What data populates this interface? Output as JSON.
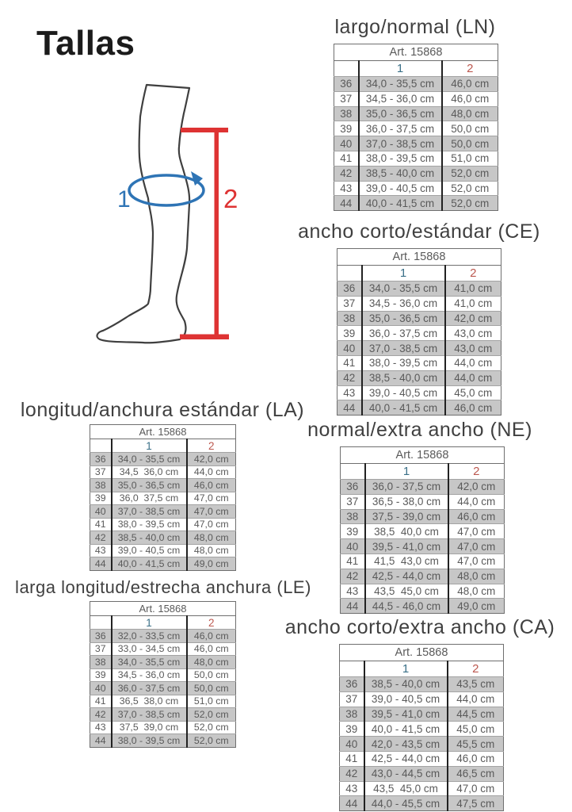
{
  "page": {
    "title": "Tallas"
  },
  "diagram": {
    "label_1": "1",
    "label_2": "2",
    "meaning_1": "calf-circumference-measure",
    "meaning_2": "boot-height-measure"
  },
  "colors": {
    "accent_blue": "#2e74b5",
    "accent_red": "#de3333",
    "col1_header": "#3a7088",
    "col2_header": "#bc584f",
    "row_shaded": "#c7c7c7",
    "table_text": "#5a5a5a",
    "title_text": "#404040"
  },
  "tables": [
    {
      "id": "LN",
      "title": "largo/normal (LN)",
      "art": "Art. 15868",
      "col1": "1",
      "col2": "2",
      "rows": [
        {
          "size": "36",
          "calf": "34,0 - 35,5 cm",
          "height": "46,0 cm"
        },
        {
          "size": "37",
          "calf": "34,5 - 36,0 cm",
          "height": "46,0 cm"
        },
        {
          "size": "38",
          "calf": "35,0 - 36,5 cm",
          "height": "48,0 cm"
        },
        {
          "size": "39",
          "calf": "36,0 - 37,5 cm",
          "height": "50,0 cm"
        },
        {
          "size": "40",
          "calf": "37,0 - 38,5 cm",
          "height": "50,0 cm"
        },
        {
          "size": "41",
          "calf": "38,0 - 39,5 cm",
          "height": "51,0 cm"
        },
        {
          "size": "42",
          "calf": "38,5 - 40,0 cm",
          "height": "52,0 cm"
        },
        {
          "size": "43",
          "calf": "39,0 - 40,5 cm",
          "height": "52,0 cm"
        },
        {
          "size": "44",
          "calf": "40,0 - 41,5 cm",
          "height": "52,0 cm"
        }
      ]
    },
    {
      "id": "CE",
      "title": "ancho corto/estándar (CE)",
      "art": "Art. 15868",
      "col1": "1",
      "col2": "2",
      "rows": [
        {
          "size": "36",
          "calf": "34,0 - 35,5 cm",
          "height": "41,0 cm"
        },
        {
          "size": "37",
          "calf": "34,5 - 36,0 cm",
          "height": "41,0 cm"
        },
        {
          "size": "38",
          "calf": "35,0 - 36,5 cm",
          "height": "42,0 cm"
        },
        {
          "size": "39",
          "calf": "36,0 - 37,5 cm",
          "height": "43,0 cm"
        },
        {
          "size": "40",
          "calf": "37,0 - 38,5 cm",
          "height": "43,0 cm"
        },
        {
          "size": "41",
          "calf": "38,0 - 39,5 cm",
          "height": "44,0 cm"
        },
        {
          "size": "42",
          "calf": "38,5 - 40,0 cm",
          "height": "44,0 cm"
        },
        {
          "size": "43",
          "calf": "39,0 - 40,5 cm",
          "height": "45,0 cm"
        },
        {
          "size": "44",
          "calf": "40,0 - 41,5 cm",
          "height": "46,0 cm"
        }
      ]
    },
    {
      "id": "LA",
      "title": "longitud/anchura estándar (LA)",
      "art": "Art. 15868",
      "col1": "1",
      "col2": "2",
      "rows": [
        {
          "size": "36",
          "calf": "34,0 - 35,5 cm",
          "height": "42,0 cm"
        },
        {
          "size": "37",
          "calf": "34,5  36,0 cm",
          "height": "44,0 cm"
        },
        {
          "size": "38",
          "calf": "35,0 - 36,5 cm",
          "height": "46,0 cm"
        },
        {
          "size": "39",
          "calf": "36,0  37,5 cm",
          "height": "47,0 cm"
        },
        {
          "size": "40",
          "calf": "37,0 - 38,5 cm",
          "height": "47,0 cm"
        },
        {
          "size": "41",
          "calf": "38,0 - 39,5 cm",
          "height": "47,0 cm"
        },
        {
          "size": "42",
          "calf": "38,5 - 40,0 cm",
          "height": "48,0 cm"
        },
        {
          "size": "43",
          "calf": "39,0 - 40,5 cm",
          "height": "48,0 cm"
        },
        {
          "size": "44",
          "calf": "40,0 - 41,5 cm",
          "height": "49,0 cm"
        }
      ]
    },
    {
      "id": "NE",
      "title": "normal/extra ancho (NE)",
      "art": "Art. 15868",
      "col1": "1",
      "col2": "2",
      "rows": [
        {
          "size": "36",
          "calf": "36,0 - 37,5 cm",
          "height": "42,0 cm"
        },
        {
          "size": "37",
          "calf": "36,5 - 38,0 cm",
          "height": "44,0 cm"
        },
        {
          "size": "38",
          "calf": "37,5 - 39,0 cm",
          "height": "46,0 cm"
        },
        {
          "size": "39",
          "calf": "38,5  40,0 cm",
          "height": "47,0 cm"
        },
        {
          "size": "40",
          "calf": "39,5 - 41,0 cm",
          "height": "47,0 cm"
        },
        {
          "size": "41",
          "calf": "41,5  43,0 cm",
          "height": "47,0 cm"
        },
        {
          "size": "42",
          "calf": "42,5 - 44,0 cm",
          "height": "48,0 cm"
        },
        {
          "size": "43",
          "calf": "43,5  45,0 cm",
          "height": "48,0 cm"
        },
        {
          "size": "44",
          "calf": "44,5 - 46,0 cm",
          "height": "49,0 cm"
        }
      ]
    },
    {
      "id": "LE",
      "title": "larga longitud/estrecha anchura (LE)",
      "art": "Art. 15868",
      "col1": "1",
      "col2": "2",
      "rows": [
        {
          "size": "36",
          "calf": "32,0 - 33,5 cm",
          "height": "46,0 cm"
        },
        {
          "size": "37",
          "calf": "33,0 - 34,5 cm",
          "height": "46,0 cm"
        },
        {
          "size": "38",
          "calf": "34,0 - 35,5 cm",
          "height": "48,0 cm"
        },
        {
          "size": "39",
          "calf": "34,5 - 36,0 cm",
          "height": "50,0 cm"
        },
        {
          "size": "40",
          "calf": "36,0 - 37,5 cm",
          "height": "50,0 cm"
        },
        {
          "size": "41",
          "calf": "36,5  38,0 cm",
          "height": "51,0 cm"
        },
        {
          "size": "42",
          "calf": "37,0 - 38,5 cm",
          "height": "52,0 cm"
        },
        {
          "size": "43",
          "calf": "37,5  39,0 cm",
          "height": "52,0 cm"
        },
        {
          "size": "44",
          "calf": "38,0 - 39,5 cm",
          "height": "52,0 cm"
        }
      ]
    },
    {
      "id": "CA",
      "title": "ancho corto/extra ancho (CA)",
      "art": "Art. 15868",
      "col1": "1",
      "col2": "2",
      "rows": [
        {
          "size": "36",
          "calf": "38,5 - 40,0 cm",
          "height": "43,5 cm"
        },
        {
          "size": "37",
          "calf": "39,0 - 40,5 cm",
          "height": "44,0 cm"
        },
        {
          "size": "38",
          "calf": "39,5 - 41,0 cm",
          "height": "44,5 cm"
        },
        {
          "size": "39",
          "calf": "40,0 - 41,5 cm",
          "height": "45,0 cm"
        },
        {
          "size": "40",
          "calf": "42,0 - 43,5 cm",
          "height": "45,5 cm"
        },
        {
          "size": "41",
          "calf": "42,5 - 44,0 cm",
          "height": "46,0 cm"
        },
        {
          "size": "42",
          "calf": "43,0 - 44,5 cm",
          "height": "46,5 cm"
        },
        {
          "size": "43",
          "calf": "43,5  45,0 cm",
          "height": "47,0 cm"
        },
        {
          "size": "44",
          "calf": "44,0 - 45,5 cm",
          "height": "47,5 cm"
        }
      ]
    }
  ]
}
